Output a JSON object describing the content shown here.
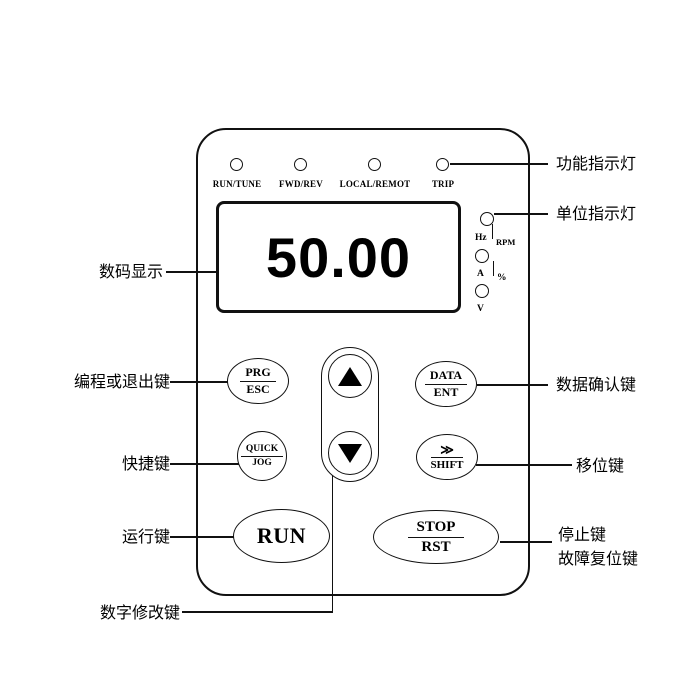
{
  "device": {
    "leds": [
      {
        "label": "RUN/TUNE"
      },
      {
        "label": "FWD/REV"
      },
      {
        "label": "LOCAL/REMOT"
      },
      {
        "label": "TRIP"
      }
    ],
    "display_value": "50.00",
    "units": {
      "u1a": "Hz",
      "u1b": "RPM",
      "u2a": "A",
      "u2b": "%",
      "u3a": "V"
    },
    "buttons": {
      "prg_top": "PRG",
      "prg_bottom": "ESC",
      "data_top": "DATA",
      "data_bottom": "ENT",
      "quick_top": "QUICK",
      "quick_bottom": "JOG",
      "shift_top": "≫",
      "shift_bottom": "SHIFT",
      "run": "RUN",
      "stop_top": "STOP",
      "stop_bottom": "RST"
    },
    "icons": {
      "up": "triangle-up-icon",
      "down": "triangle-down-icon"
    }
  },
  "callouts": {
    "function_leds": "功能指示灯",
    "unit_leds": "单位指示灯",
    "display": "数码显示",
    "prg": "编程或退出键",
    "data": "数据确认键",
    "quick": "快捷键",
    "shift": "移位键",
    "run": "运行键",
    "stop1": "停止键",
    "stop2": "故障复位键",
    "digits": "数字修改键"
  }
}
